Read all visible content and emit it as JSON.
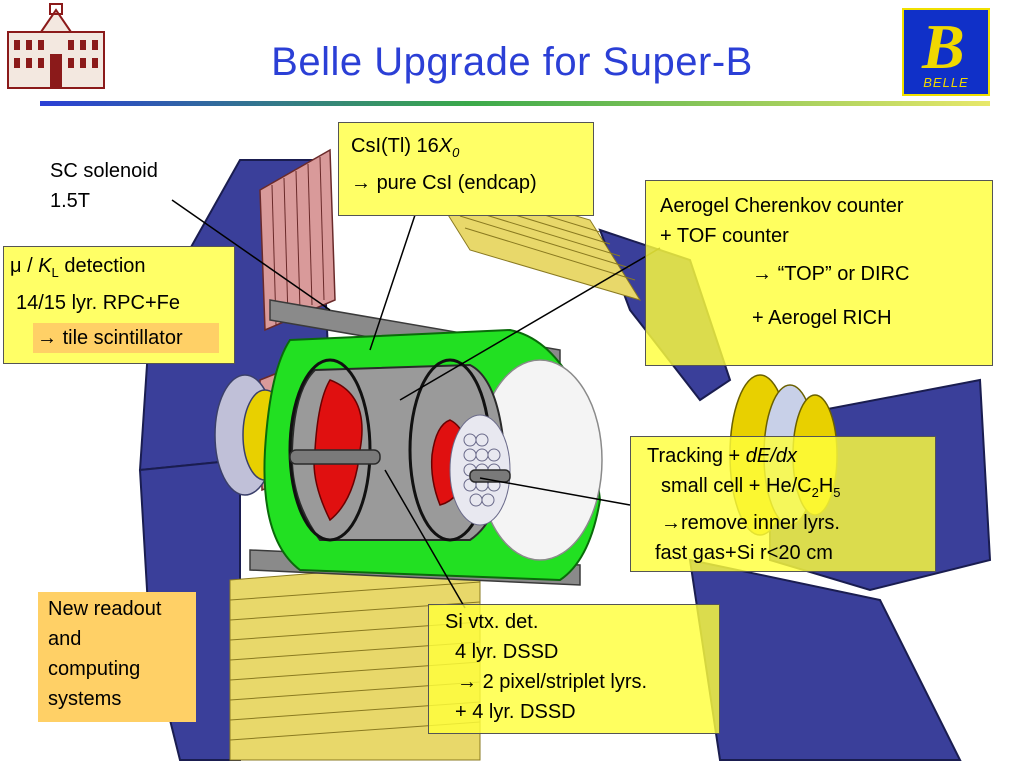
{
  "title": "Belle Upgrade for Super-B",
  "logo_right_text": "BELLE",
  "logo_right_glyph": "B",
  "colors": {
    "title": "#2b3fd6",
    "callout_yellow": "#ffff66",
    "callout_orange": "#ffd066",
    "barrel_green": "#22e022",
    "endcap_red": "#e01010",
    "return_yoke_blue": "#3a3f9a"
  },
  "callouts": {
    "sc_solenoid": {
      "line1": "SC solenoid",
      "line2": "1.5T"
    },
    "muon": {
      "mu": "μ",
      "slash": " / ",
      "k": "K",
      "k_sub": "L",
      "detection": " detection",
      "line2": "14/15 lyr. RPC+Fe",
      "arrow": "→",
      "line3": "tile scintillator"
    },
    "csi": {
      "line1_pre": "CsI(Tl) 16",
      "x": "X",
      "x_sub": "0",
      "arrow": "→",
      "line2": "pure CsI (endcap)"
    },
    "aerogel": {
      "line1": "Aerogel Cherenkov counter",
      "line2": "+ TOF counter",
      "arrow": "→",
      "line3": "“TOP” or DIRC",
      "plus": "+",
      "line4": "Aerogel RICH"
    },
    "tracking": {
      "line1_pre": "Tracking + ",
      "dedx": "dE/dx",
      "line2_pre": "small cell + He/C",
      "c_sub": "2",
      "h": "H",
      "h_sub": "5",
      "arrow": "→",
      "line3": "remove inner lyrs.",
      "line4": "fast gas+Si r<20 cm"
    },
    "silicon": {
      "line1": "Si vtx. det.",
      "line2": "4 lyr. DSSD",
      "arrow": "→",
      "line3": "2 pixel/striplet lyrs.",
      "line4": "+ 4 lyr. DSSD"
    },
    "readout": {
      "line1": "New readout",
      "line2": "and",
      "line3": "computing",
      "line4": "systems"
    }
  }
}
